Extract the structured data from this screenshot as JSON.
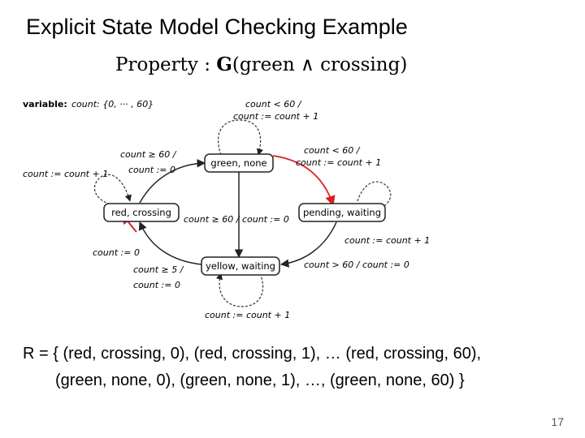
{
  "slide": {
    "title": "Explicit State Model Checking Example",
    "property": {
      "prefix": "Property : ",
      "op": "G",
      "formula": "(green ∧ crossing)"
    },
    "page_number": "17"
  },
  "diagram": {
    "variable": {
      "label": "variable:",
      "decl": "count: {0, ··· , 60}"
    },
    "nodes": {
      "green": "green, none",
      "red": "red, crossing",
      "pending": "pending, waiting",
      "yellow": "yellow, waiting"
    },
    "edges": {
      "green_loop": {
        "guard": "count < 60 /",
        "action": "count := count + 1"
      },
      "green_to_pending": {
        "guard": "count < 60 /",
        "action": "count := count + 1"
      },
      "red_to_green": {
        "guard": "count ≥ 60 /",
        "action": "count := 0"
      },
      "red_loop": {
        "action": "count := count + 1"
      },
      "initial": {
        "action": "count := 0"
      },
      "pending_to_yellow_guard": "count > 60 / count := 0",
      "pending_loop": {
        "action": "count := count + 1"
      },
      "green_to_red_guard": "count ≥ 60 / count := 0",
      "yellow_to_red": {
        "guard": "count ≥ 5 /",
        "action": "count := 0"
      },
      "yellow_loop": {
        "action": "count := count + 1"
      }
    }
  },
  "reachable": {
    "line1": "R = { (red, crossing, 0), (red, crossing, 1), … (red, crossing, 60),",
    "line2": "(green, none, 0), (green, none, 1), …, (green, none, 60) }"
  },
  "colors": {
    "highlight": "#d92020",
    "edge": "#222222",
    "dashed": "#333333"
  }
}
